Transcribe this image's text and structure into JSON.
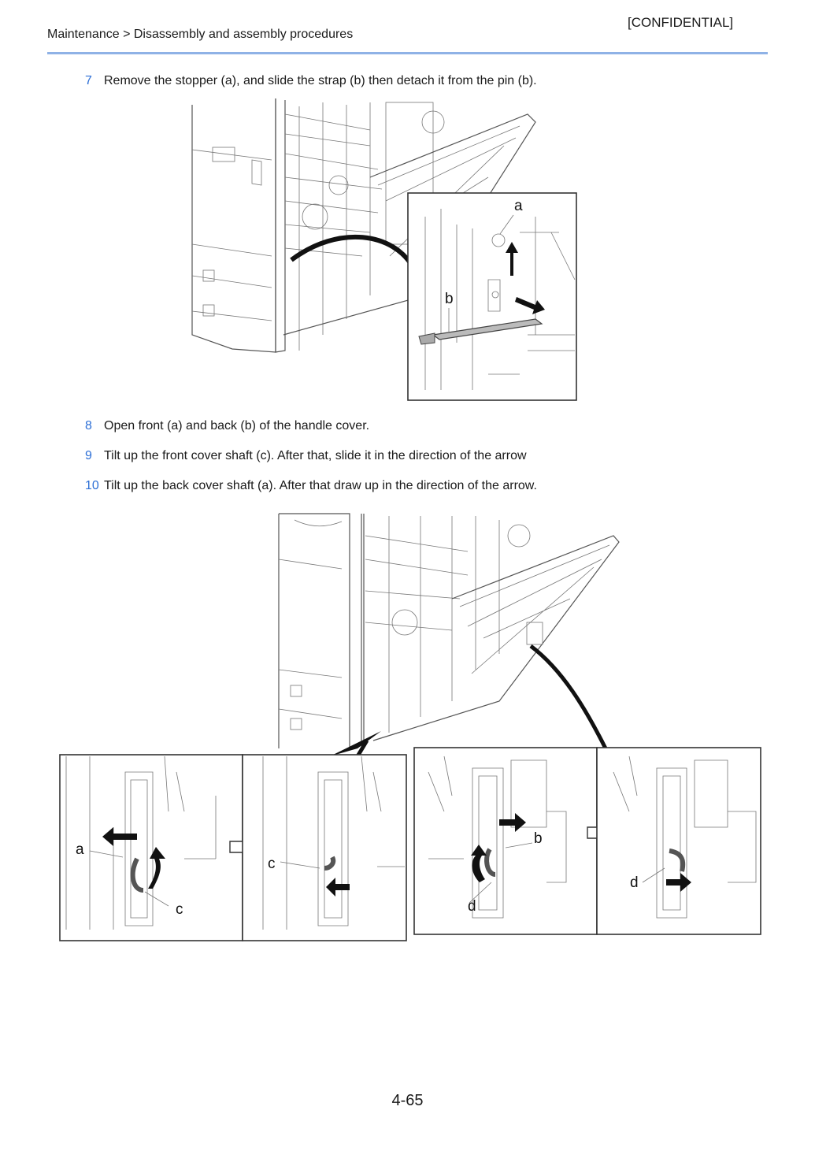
{
  "header": {
    "confidential": "[CONFIDENTIAL]",
    "breadcrumb": "Maintenance > Disassembly and assembly procedures",
    "accent": "#8fb2e6"
  },
  "steps": [
    {
      "num": "7",
      "text": "Remove the stopper (a), and slide the strap (b) then detach it from the pin (b)."
    },
    {
      "num": "8",
      "text": "Open front (a) and back (b) of the handle cover."
    },
    {
      "num": "9",
      "text": "Tilt up the front cover shaft (c). After that, slide it in the direction of the arrow"
    },
    {
      "num": "10",
      "text": "Tilt up the back cover shaft (a). After that draw up in the direction of the arrow."
    }
  ],
  "figure1": {
    "labels": {
      "a": "a",
      "b": "b"
    }
  },
  "figure2": {
    "panel1_labels": {
      "a": "a",
      "c": "c"
    },
    "panel2_labels": {
      "c": "c"
    },
    "panel3_labels": {
      "b": "b",
      "d": "d"
    },
    "panel4_labels": {
      "d": "d"
    }
  },
  "footer": {
    "page": "4-65"
  },
  "colors": {
    "step_number": "#2d6fd6"
  }
}
